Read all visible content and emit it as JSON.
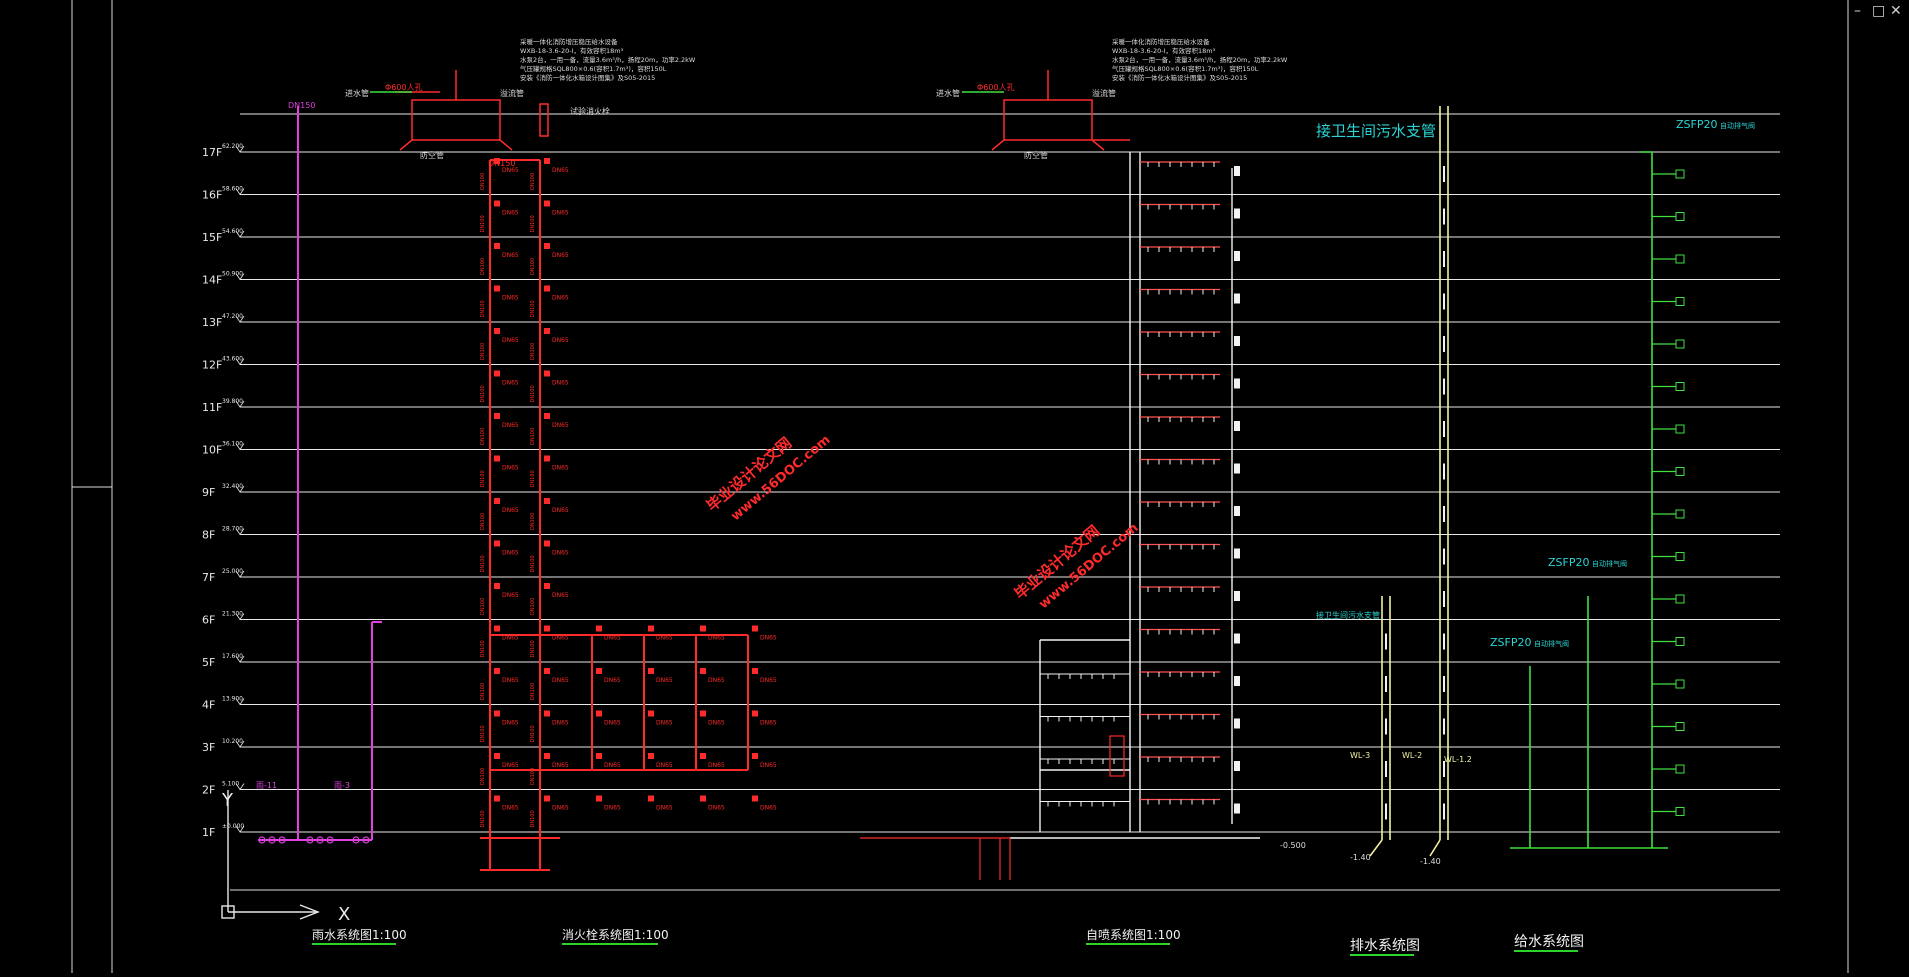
{
  "window": {
    "minimize": "–",
    "restore": "□",
    "close": "✕"
  },
  "floors": [
    "17F",
    "16F",
    "15F",
    "14F",
    "13F",
    "12F",
    "11F",
    "10F",
    "9F",
    "8F",
    "7F",
    "6F",
    "5F",
    "4F",
    "3F",
    "2F",
    "1F"
  ],
  "elevations": [
    "62.200",
    "58.600",
    "54.600",
    "50.900",
    "47.200",
    "43.600",
    "39.800",
    "36.100",
    "32.400",
    "28.700",
    "25.000",
    "21.300",
    "17.600",
    "13.900",
    "10.200",
    "5.100",
    "±0.000"
  ],
  "titles": {
    "rain": "雨水系统图1:100",
    "hydrant": "消火栓系统图1:100",
    "sprinkler": "自喷系统图1:100",
    "drain": "排水系统图",
    "supply": "给水系统图"
  },
  "annotations": {
    "toilet_branch": "接卫生间污水支管",
    "toilet_branch_small": "接卫生间污水支管",
    "zsfp1": "ZSFP20",
    "zsfp2": "ZSFP20",
    "zsfp3": "ZSFP20",
    "auto_vent": "自动排气阀",
    "water_in": "进水管",
    "overflow": "溢流管",
    "manhole": "Φ600人孔",
    "test_hydrant": "试验消火栓",
    "cover": "防空管",
    "dn150_top": "DN150",
    "dn100": "DN100",
    "dn65": "DN65",
    "wl1": "WL-3",
    "wl2": "WL-2",
    "wl3": "WL-1.2",
    "lvl1": "-1.40",
    "lvl2": "-1.40",
    "lvl3": "-0.500",
    "x_axis": "X",
    "y_axis": "Y"
  },
  "tank_notes": {
    "left": [
      "采暖一体化消防增压稳压给水设备",
      "WXB-18-3.6-20-I，有效容积18m³",
      "水泵2台，一用一备，流量3.6m³/h，扬程20m，功率2.2kW",
      "气压罐规格SQL800×0.6(容积1.7m³)，容积150L",
      "安装《消防一体化水箱设计图集》及S05-2015"
    ],
    "right": [
      "采暖一体化消防增压稳压给水设备",
      "WXB-18-3.6-20-I，有效容积18m³",
      "水泵2台，一用一备，流量3.6m³/h，扬程20m，功率2.2kW",
      "气压罐规格SQL800×0.6(容积1.7m³)，容积150L",
      "安装《消防一体化水箱设计图集》及S05-2015"
    ]
  },
  "watermarks": [
    "毕业设计论文网",
    "www.56DOC.com"
  ],
  "colors": {
    "rain": "#e040e0",
    "hydrant": "#ff2a2a",
    "sprinkler": "#f2f2f2",
    "drain": "#f2f2a0",
    "supply": "#40e040",
    "cyan": "#2ad4d4",
    "floor_line": "#e8e8e8",
    "title_underline": "#2ad42a",
    "watermark": "#ff2a2a"
  }
}
